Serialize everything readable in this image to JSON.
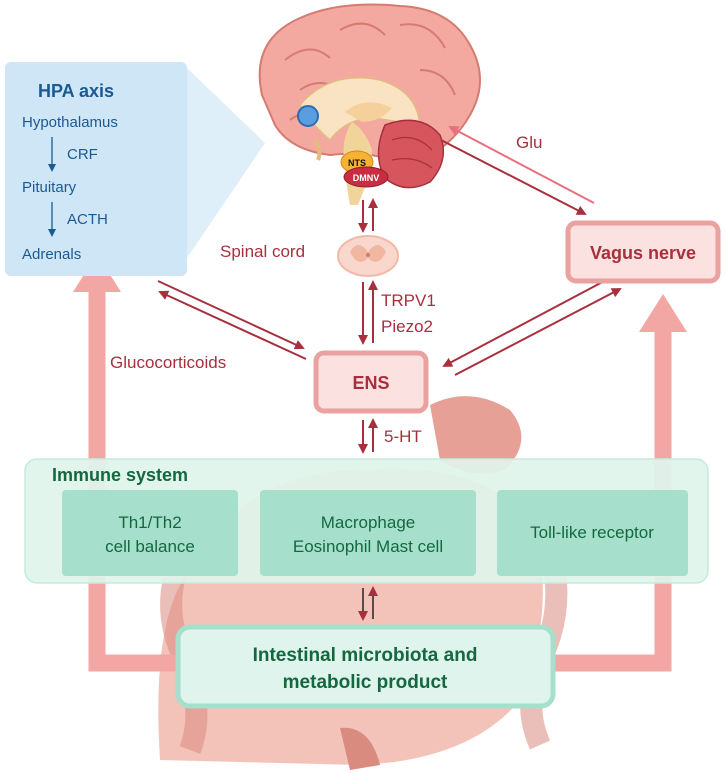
{
  "hpa": {
    "title": "HPA axis",
    "hypothalamus": "Hypothalamus",
    "crf": "CRF",
    "pituitary": "Pituitary",
    "acth": "ACTH",
    "adrenals": "Adrenals"
  },
  "brain": {
    "nts": "NTS",
    "dmnv": "DMNV"
  },
  "labels": {
    "glu": "Glu",
    "spinal_cord": "Spinal cord",
    "trpv1": "TRPV1",
    "piezo2": "Piezo2",
    "glucocorticoids": "Glucocorticoids",
    "serotonin": "5-HT"
  },
  "vagus": {
    "label": "Vagus nerve"
  },
  "ens": {
    "label": "ENS"
  },
  "immune": {
    "title": "Immune system",
    "boxes": [
      {
        "line1": "Th1/Th2",
        "line2": "cell balance"
      },
      {
        "line1": "Macrophage",
        "line2": "Eosinophil Mast cell"
      },
      {
        "line1": "Toll-like receptor",
        "line2": ""
      }
    ]
  },
  "microbiota": {
    "line1": "Intestinal microbiota and",
    "line2": "metabolic product"
  },
  "colors": {
    "arrow_dark": "#a8303e",
    "arrow_light": "#e8707e",
    "pink_path": "#f2a7a5",
    "hpa_bg": "#cfe6f6",
    "hpa_text": "#1a5a92",
    "immune_bg": "#dff4ec",
    "immune_box": "#a6e0cd",
    "immune_text": "#14683f",
    "node_fill": "#fbe1df",
    "node_border": "#eaa2a1",
    "node_text": "#a8303e"
  }
}
